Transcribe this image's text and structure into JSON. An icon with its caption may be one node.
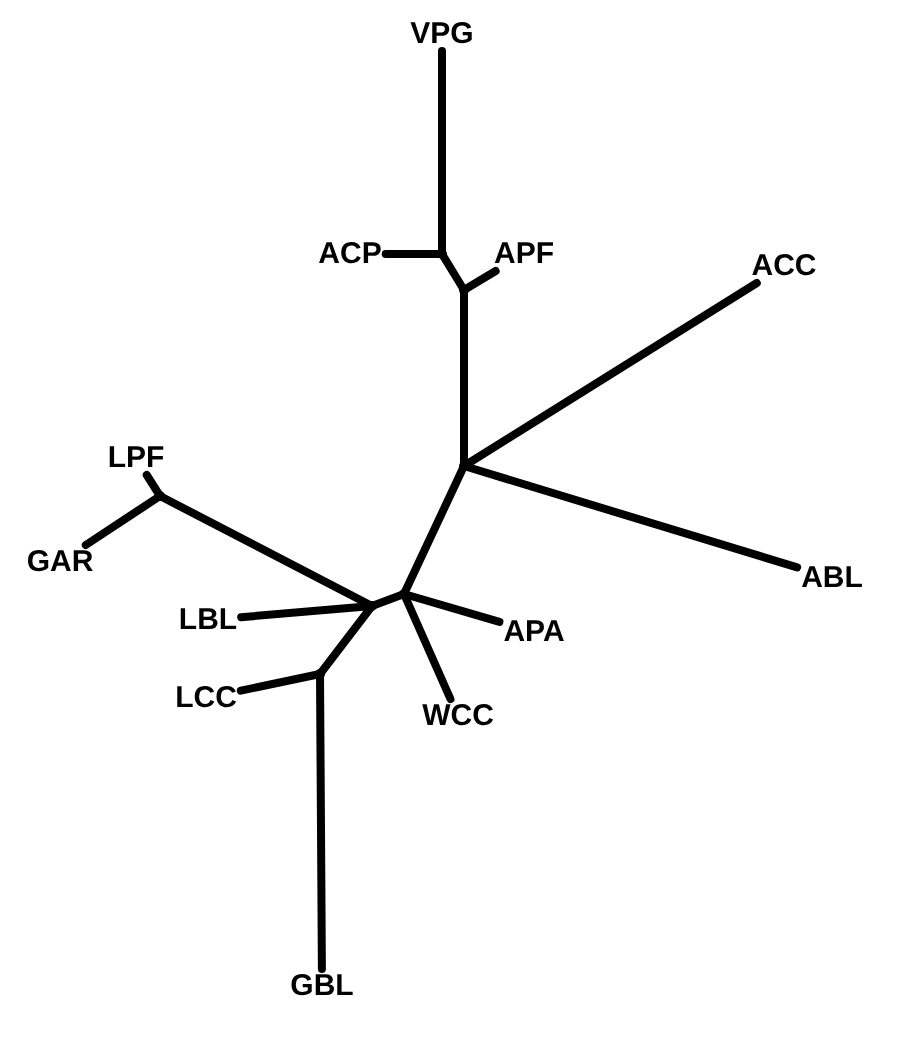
{
  "diagram": {
    "nodes": [
      {
        "text": [
          "VPG"
        ]
      },
      {
        "text": [
          "ACP"
        ]
      },
      {
        "text": [
          "APF"
        ]
      },
      {
        "text": [
          "ACC"
        ]
      },
      {
        "text": [
          "LPF"
        ]
      },
      {
        "text": [
          "GAR"
        ]
      },
      {
        "text": [
          "ABL"
        ]
      },
      {
        "text": [
          "LBL"
        ]
      },
      {
        "text": [
          "APA"
        ]
      },
      {
        "text": [
          "LCC"
        ]
      },
      {
        "text": [
          "WCC"
        ]
      },
      {
        "text": [
          "GBL"
        ]
      },
      {
        "text": [],
        "shape": "point"
      },
      {
        "text": [],
        "shape": "point"
      },
      {
        "text": [],
        "shape": "point"
      },
      {
        "text": [],
        "shape": "point"
      },
      {
        "text": [],
        "shape": "point"
      },
      {
        "text": [],
        "shape": "point"
      },
      {
        "text": [],
        "shape": "point"
      }
    ],
    "edges": [
      {
        "from": 0,
        "to": 12,
        "arrow": "none"
      },
      {
        "from": 1,
        "to": 12,
        "arrow": "none"
      },
      {
        "from": 12,
        "to": 13,
        "arrow": "none"
      },
      {
        "from": 2,
        "to": 13,
        "arrow": "none"
      },
      {
        "from": 13,
        "to": 14,
        "arrow": "none"
      },
      {
        "from": 3,
        "to": 14,
        "arrow": "none"
      },
      {
        "from": 6,
        "to": 14,
        "arrow": "none"
      },
      {
        "from": 14,
        "to": 16,
        "arrow": "none"
      },
      {
        "from": 16,
        "to": 17,
        "arrow": "none"
      },
      {
        "from": 16,
        "to": 8,
        "arrow": "none"
      },
      {
        "from": 16,
        "to": 10,
        "arrow": "none"
      },
      {
        "from": 17,
        "to": 7,
        "arrow": "none"
      },
      {
        "from": 17,
        "to": 15,
        "arrow": "none"
      },
      {
        "from": 15,
        "to": 4,
        "arrow": "none"
      },
      {
        "from": 15,
        "to": 5,
        "arrow": "none"
      },
      {
        "from": 17,
        "to": 18,
        "arrow": "none"
      },
      {
        "from": 18,
        "to": 9,
        "arrow": "none"
      },
      {
        "from": 18,
        "to": 11,
        "arrow": "none"
      }
    ]
  }
}
